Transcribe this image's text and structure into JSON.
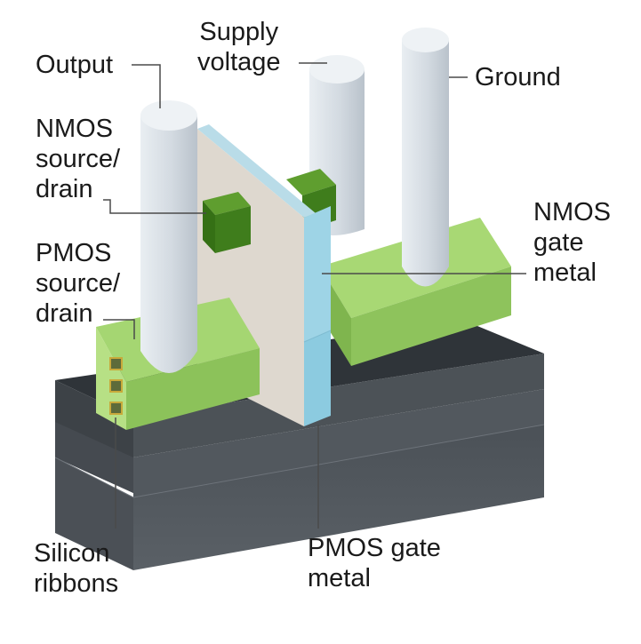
{
  "labels": {
    "output": "Output",
    "supply": [
      "Supply",
      "voltage"
    ],
    "ground": "Ground",
    "nmos_sd": [
      "NMOS",
      "source/",
      "drain"
    ],
    "pmos_sd": [
      "PMOS",
      "source/",
      "drain"
    ],
    "nmos_gate": [
      "NMOS",
      "gate",
      "metal"
    ],
    "silicon": [
      "Silicon",
      "ribbons"
    ],
    "pmos_gate": [
      "PMOS gate",
      "metal"
    ]
  },
  "colors": {
    "pillar": "#d4dbe2",
    "pillar_top": "#edf1f5",
    "green_light": "#a5d672",
    "green_side": "#8cc25a",
    "green_dark": "#3f7d1c",
    "gate_blue": "#9ed4e6",
    "gate_beige": "#ded8cf",
    "base_top": "#2e3338",
    "base_side": "#474d53"
  }
}
